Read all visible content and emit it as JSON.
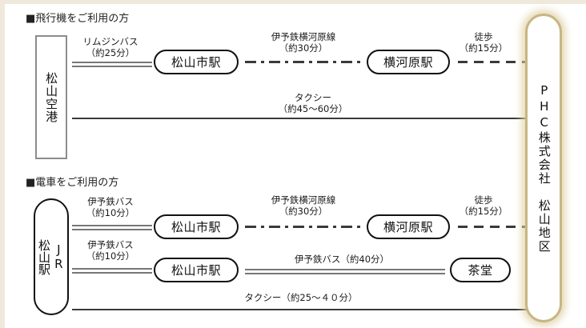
{
  "page": {
    "background_color": "#efe9dc",
    "panel_color": "#ffffff"
  },
  "destination": {
    "label": "PHC株式会社　松山地区",
    "accent_color": "#c8b682"
  },
  "sections": [
    {
      "id": "by-airplane",
      "heading": "■飛行機をご利用の方",
      "origin": "松山空港",
      "origin_shape": "rectangle",
      "routes": [
        {
          "id": "air-route-1",
          "legs": [
            {
              "mode": "bus",
              "label_line1": "リムジンバス",
              "label_line2": "（約25分）"
            },
            {
              "node": "松山市駅"
            },
            {
              "mode": "rail",
              "label_line1": "伊予鉄横河原線",
              "label_line2": "（約30分）"
            },
            {
              "node": "横河原駅"
            },
            {
              "mode": "walk",
              "label_line1": "徒歩",
              "label_line2": "（約15分）"
            }
          ]
        },
        {
          "id": "air-route-2",
          "legs": [
            {
              "mode": "taxi",
              "label_line1": "タクシー",
              "label_line2": "（約45～60分）"
            }
          ]
        }
      ]
    },
    {
      "id": "by-train",
      "heading": "■電車をご利用の方",
      "origin": "JR 松山駅",
      "origin_shape": "pill",
      "routes": [
        {
          "id": "train-route-1",
          "legs": [
            {
              "mode": "bus",
              "label_line1": "伊予鉄バス",
              "label_line2": "（約10分）"
            },
            {
              "node": "松山市駅"
            },
            {
              "mode": "rail",
              "label_line1": "伊予鉄横河原線",
              "label_line2": "（約30分）"
            },
            {
              "node": "横河原駅"
            },
            {
              "mode": "walk",
              "label_line1": "徒歩",
              "label_line2": "（約15分）"
            }
          ]
        },
        {
          "id": "train-route-2",
          "legs": [
            {
              "mode": "bus",
              "label_line1": "伊予鉄バス",
              "label_line2": "（約10分）"
            },
            {
              "node": "松山市駅"
            },
            {
              "mode": "bus",
              "label_line1": "伊予鉄バス（約40分）",
              "label_line2": ""
            },
            {
              "node": "茶堂"
            }
          ]
        },
        {
          "id": "train-route-3",
          "legs": [
            {
              "mode": "taxi",
              "label_line1": "タクシー（約25～４０分）",
              "label_line2": ""
            }
          ]
        }
      ]
    }
  ],
  "text": {
    "air_heading": "■飛行機をご利用の方",
    "train_heading": "■電車をご利用の方",
    "airport": "松山空港",
    "jr_station": "JR\n松山駅",
    "jr_line1": "JR",
    "jr_line2": "松山駅",
    "matsuyamashi_1": "松山市駅",
    "matsuyamashi_2": "松山市駅",
    "matsuyamashi_3": "松山市駅",
    "yokogawara_1": "横河原駅",
    "yokogawara_2": "横河原駅",
    "chado": "茶堂",
    "limousine_1": "リムジンバス",
    "limousine_2": "（約25分）",
    "iyotetsu_line_a1": "伊予鉄横河原線",
    "iyotetsu_line_a2": "（約30分）",
    "walk_a1": "徒歩",
    "walk_a2": "（約15分）",
    "taxi_a1": "タクシー",
    "taxi_a2": "（約45～60分）",
    "iyobus_b1_1": "伊予鉄バス",
    "iyobus_b1_2": "（約10分）",
    "iyotetsu_line_b1": "伊予鉄横河原線",
    "iyotetsu_line_b2": "（約30分）",
    "walk_b1": "徒歩",
    "walk_b2": "（約15分）",
    "iyobus_b2_1": "伊予鉄バス",
    "iyobus_b2_2": "（約10分）",
    "iyobus_b3": "伊予鉄バス（約40分）",
    "taxi_b": "タクシー（約25～４０分）",
    "dest": "PHC株式会社　松山地区"
  }
}
